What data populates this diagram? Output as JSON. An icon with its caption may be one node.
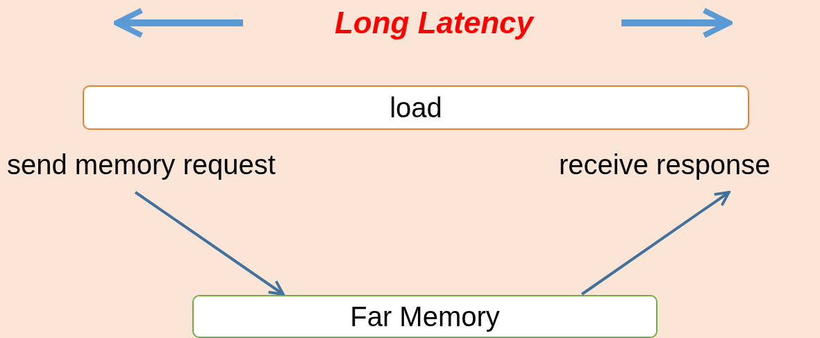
{
  "diagram": {
    "title": "Long Latency",
    "nodes": [
      {
        "text": [
          "load"
        ]
      },
      {
        "text": [
          "send memory request"
        ]
      },
      {
        "text": [
          "receive response"
        ]
      },
      {
        "text": [
          "Far Memory"
        ]
      }
    ],
    "edges": [
      {
        "from": 1,
        "to": 3,
        "arrow": "to"
      },
      {
        "from": 3,
        "to": 2,
        "arrow": "to"
      }
    ]
  }
}
